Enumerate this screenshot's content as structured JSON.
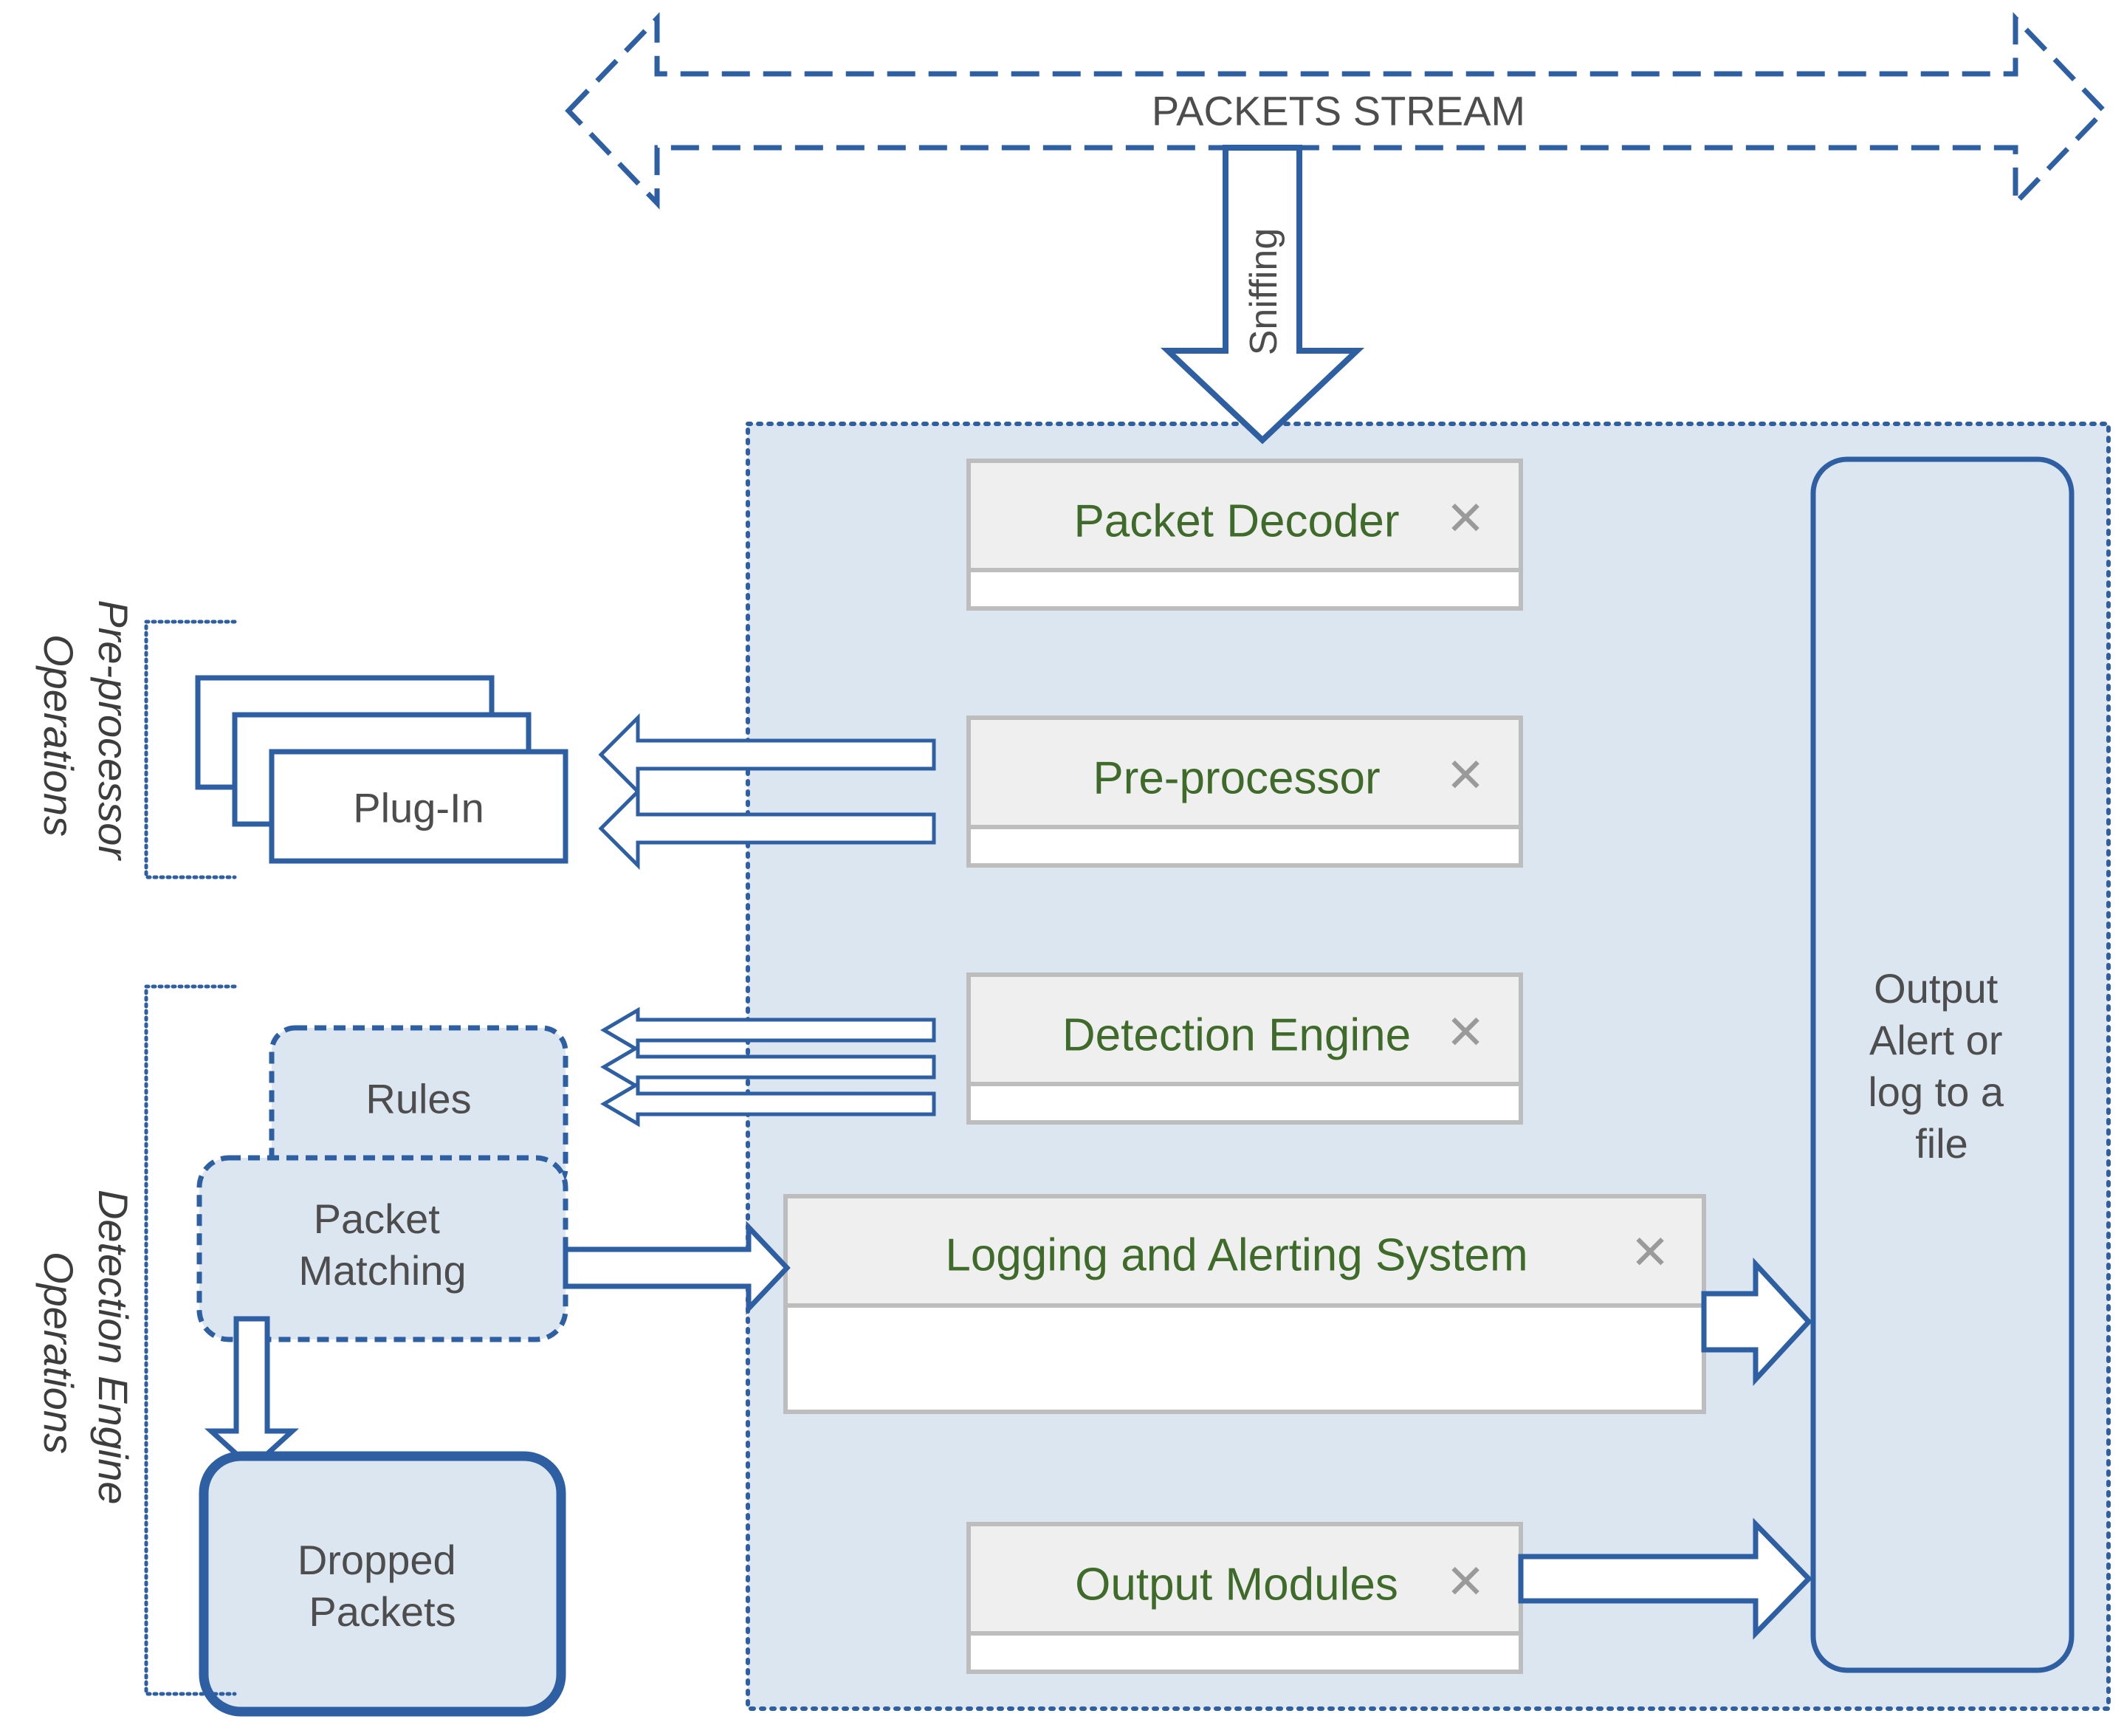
{
  "packets_stream": {
    "label": "PACKETS STREAM"
  },
  "sniffing": {
    "label": "Sniffing"
  },
  "components": {
    "packet_decoder": {
      "label": "Packet Decoder"
    },
    "pre_processor": {
      "label": "Pre-processor"
    },
    "detection_engine": {
      "label": "Detection Engine"
    },
    "logging_alerting": {
      "label": "Logging and Alerting System"
    },
    "output_modules": {
      "label": "Output Modules"
    }
  },
  "close_glyph": "✕",
  "output": {
    "lines": [
      "Output",
      "Alert or",
      "log to a",
      "file"
    ]
  },
  "plugin": {
    "label": "Plug-In"
  },
  "rules": {
    "label": "Rules"
  },
  "packet_matching": {
    "lines": [
      "Packet",
      "Matching"
    ]
  },
  "dropped_packets": {
    "lines": [
      "Dropped",
      "Packets"
    ]
  },
  "side_labels": {
    "preprocessor_ops": [
      "Pre-processor",
      "Operations"
    ],
    "detection_ops": [
      "Detection Engine",
      "Operations"
    ]
  },
  "colors": {
    "accent": "#2e5fa3",
    "panel_fill": "#dce6f1",
    "component_header": "#efefef",
    "component_border": "#bdbdbd",
    "component_text": "#3f6b2a"
  }
}
